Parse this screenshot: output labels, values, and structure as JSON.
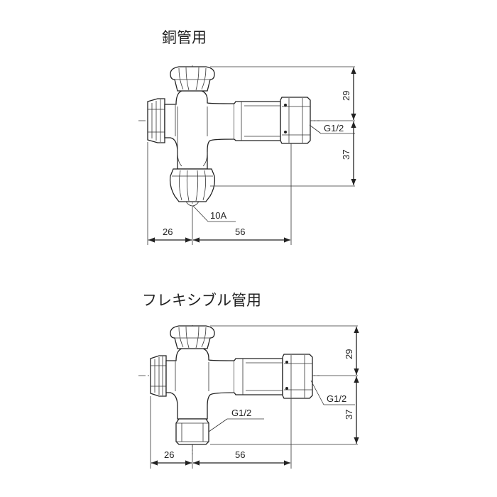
{
  "figures": [
    {
      "title": "銅管用",
      "dim_top_right": "29",
      "dim_bottom_right": "37",
      "dim_left": "26",
      "dim_right": "56",
      "thread_right": "G1/2",
      "outlet_label": "10A"
    },
    {
      "title": "フレキシブル管用",
      "dim_top_right": "29",
      "dim_bottom_right": "37",
      "dim_left": "26",
      "dim_right": "56",
      "thread_right": "G1/2",
      "outlet_label": "G1/2"
    }
  ]
}
